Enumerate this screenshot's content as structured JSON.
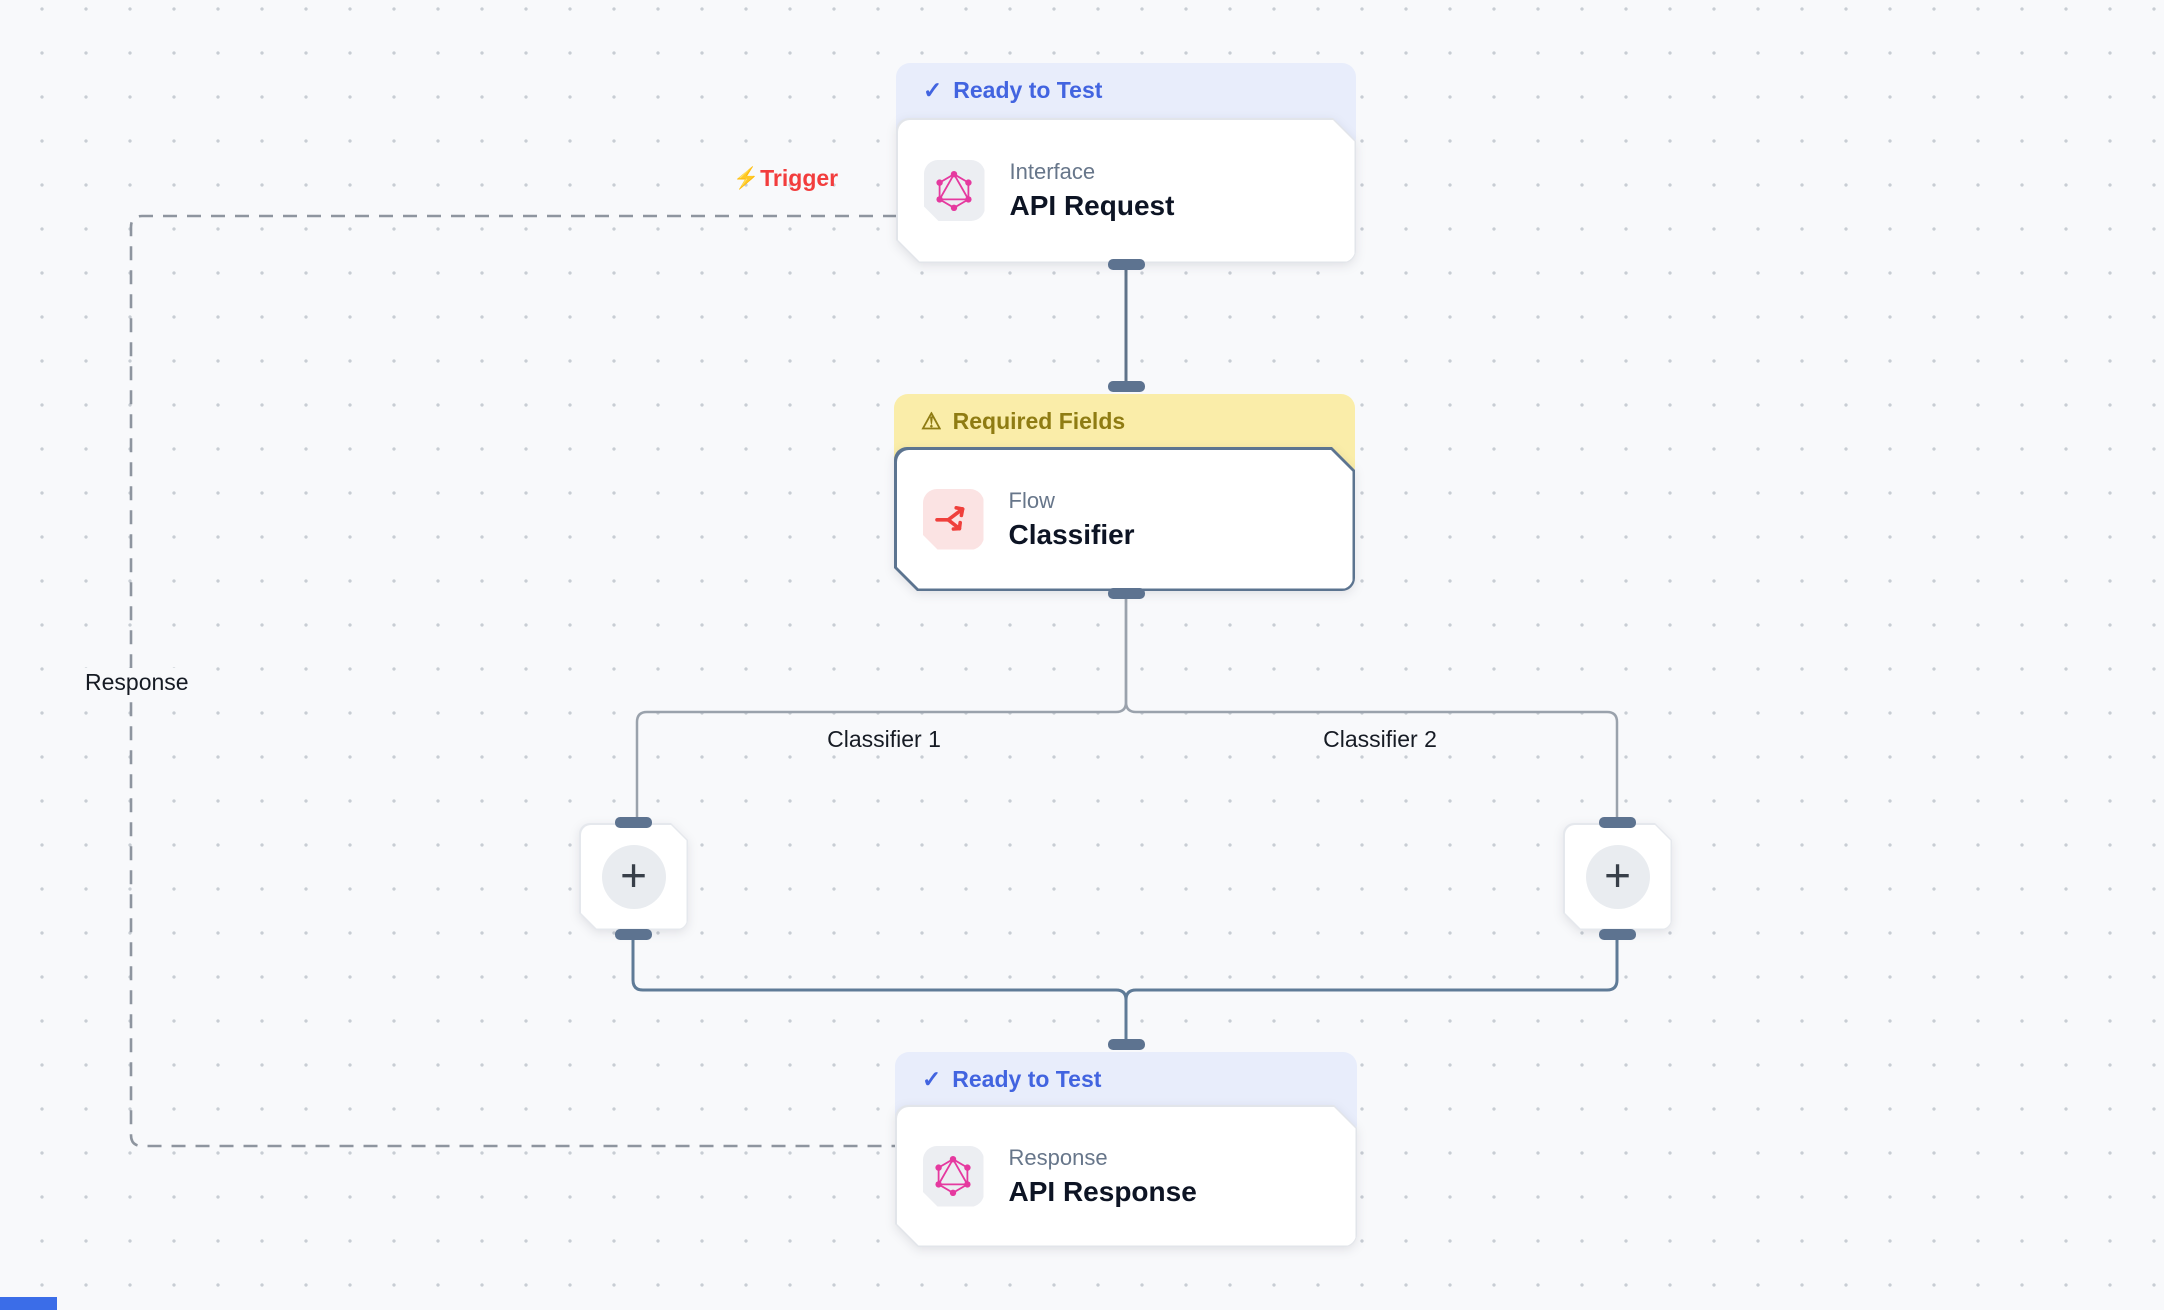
{
  "edge_labels": {
    "trigger": "Trigger",
    "response": "Response",
    "branch1": "Classifier 1",
    "branch2": "Classifier 2"
  },
  "icons": {
    "check": "✓",
    "warning": "⚠",
    "bolt": "⚡",
    "plus": "+"
  },
  "nodes": {
    "api_request": {
      "status": "Ready to Test",
      "category": "Interface",
      "title": "API Request"
    },
    "classifier": {
      "status": "Required Fields",
      "category": "Flow",
      "title": "Classifier"
    },
    "api_response": {
      "status": "Ready to Test",
      "category": "Response",
      "title": "API Response"
    }
  },
  "colors": {
    "canvas_bg": "#f8f9fb",
    "grid_dot": "#c8cdd4",
    "ready_badge_bg": "#e8edfb",
    "ready_badge_text": "#4264e0",
    "required_badge_bg": "#faeda9",
    "required_badge_text": "#8f7c13",
    "trigger_red": "#f23d3d",
    "graphql_pink": "#e5399f",
    "classifier_icon_red": "#ef403c",
    "port_slate": "#5d7390",
    "branch_edge_gray": "#9aa2ac",
    "active_edge_slate": "#5f7b97",
    "selected_border_slate": "#5c7490",
    "bottom_accent_blue": "#3b6de8"
  }
}
